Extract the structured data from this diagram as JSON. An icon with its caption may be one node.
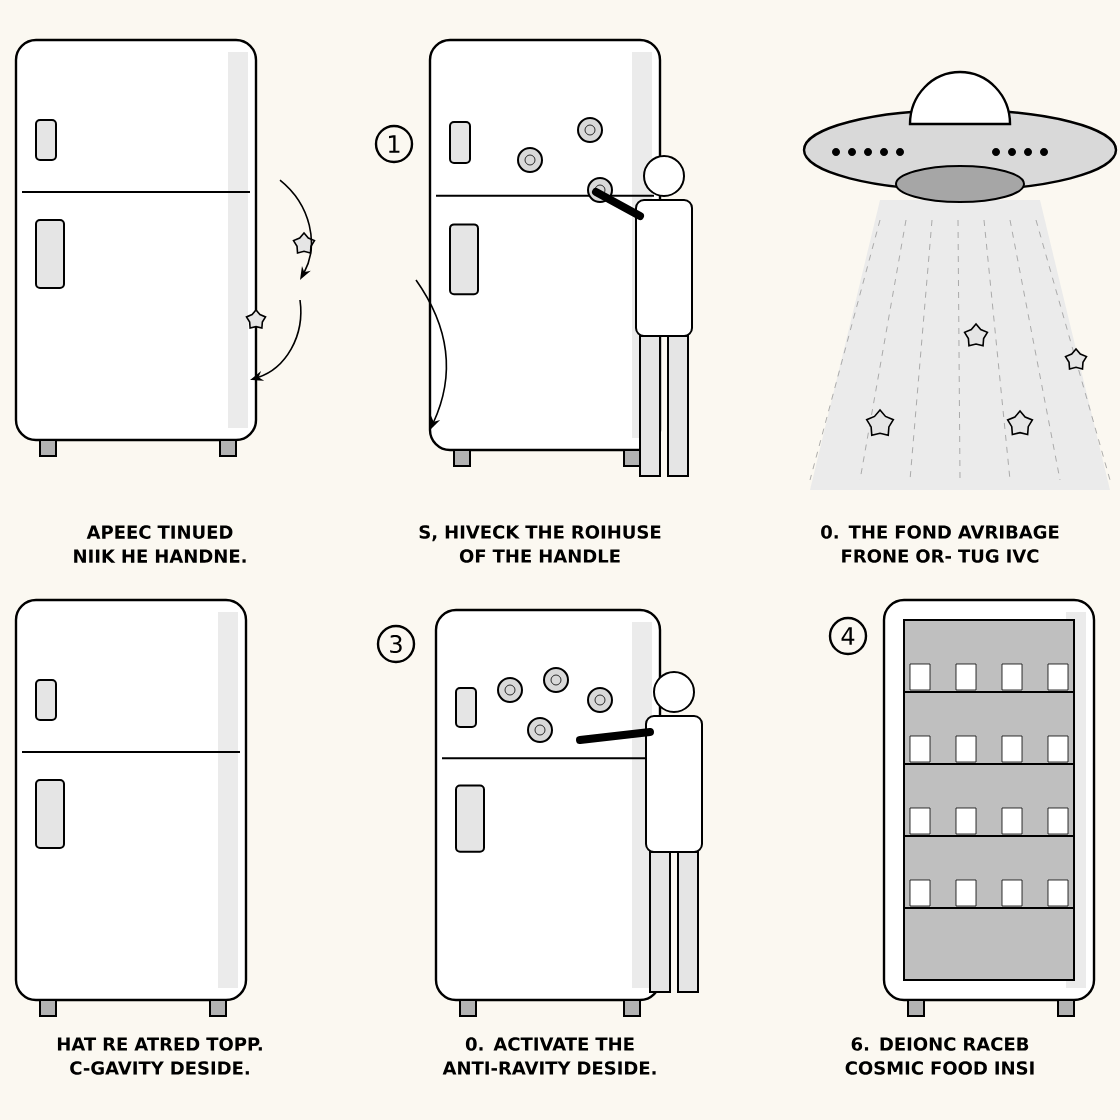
{
  "diagram": {
    "labels": [
      "1",
      "APEEC TINUED NIIK HE HANDNE.",
      "S, HIVECK THE ROIHUSE OF THE HANDLE",
      "0. THE FOND AVRIBAGE FRONE OR- TUG IVC",
      "3",
      "4",
      "HAT RE ATRED TOPP. C-GAVITY DESIDE.",
      "0. ACTIVATE THE ANTI-RAVITY DESIDE.",
      "6. DEIONC RACEB COSMIC FOOD INSI"
    ]
  }
}
